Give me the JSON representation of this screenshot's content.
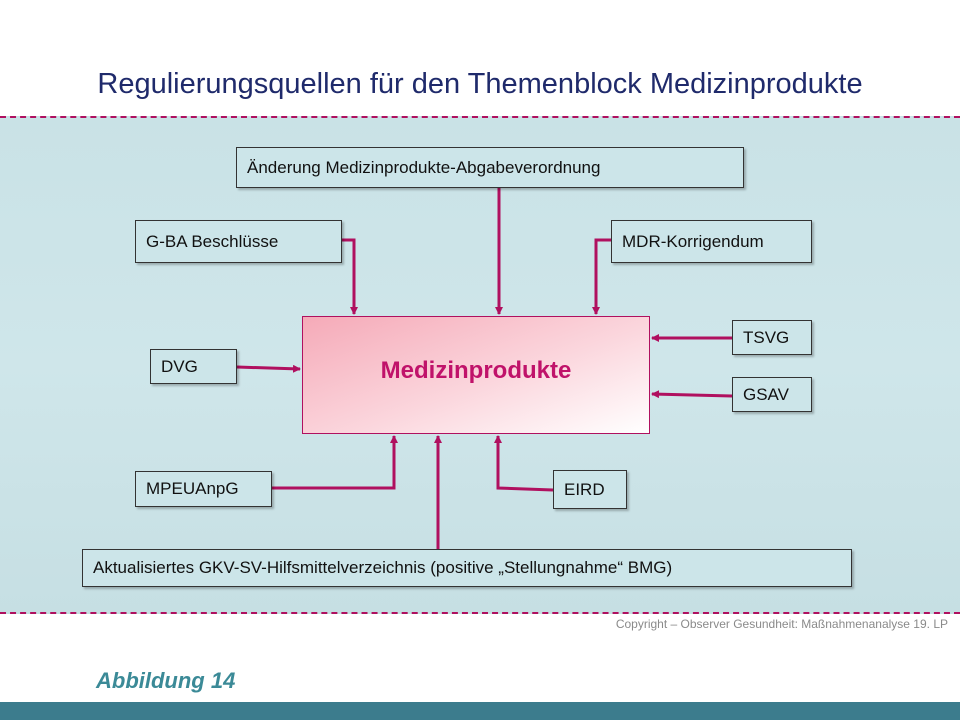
{
  "slide": {
    "title": "Regulierungsquellen  für den Themenblock  Medizinprodukte",
    "center_label": "Medizinprodukte",
    "boxes": {
      "aenderung": "Änderung  Medizinprodukte-Abgabeverordnung",
      "gba": "G-BA Beschlüsse",
      "mdr": "MDR-Korrigendum",
      "dvg": "DVG",
      "tsvg": "TSVG",
      "gsav": "GSAV",
      "mpeuanpg": "MPEUAnpG",
      "eird": "EIRD",
      "hilfsmittel": "Aktualisiertes  GKV-SV-Hilfsmittelverzeichnis  (positive „Stellungnahme“  BMG)"
    },
    "copyright": "Copyright – Observer Gesundheit: Maßnahmenanalyse 19. LP",
    "figure_label": "Abbildung 14"
  },
  "colors": {
    "title": "#1f2a6b",
    "accent": "#b0105f",
    "panel": "#cce5e9",
    "footer": "#3c7c8d",
    "figure_label": "#3b8a97"
  }
}
